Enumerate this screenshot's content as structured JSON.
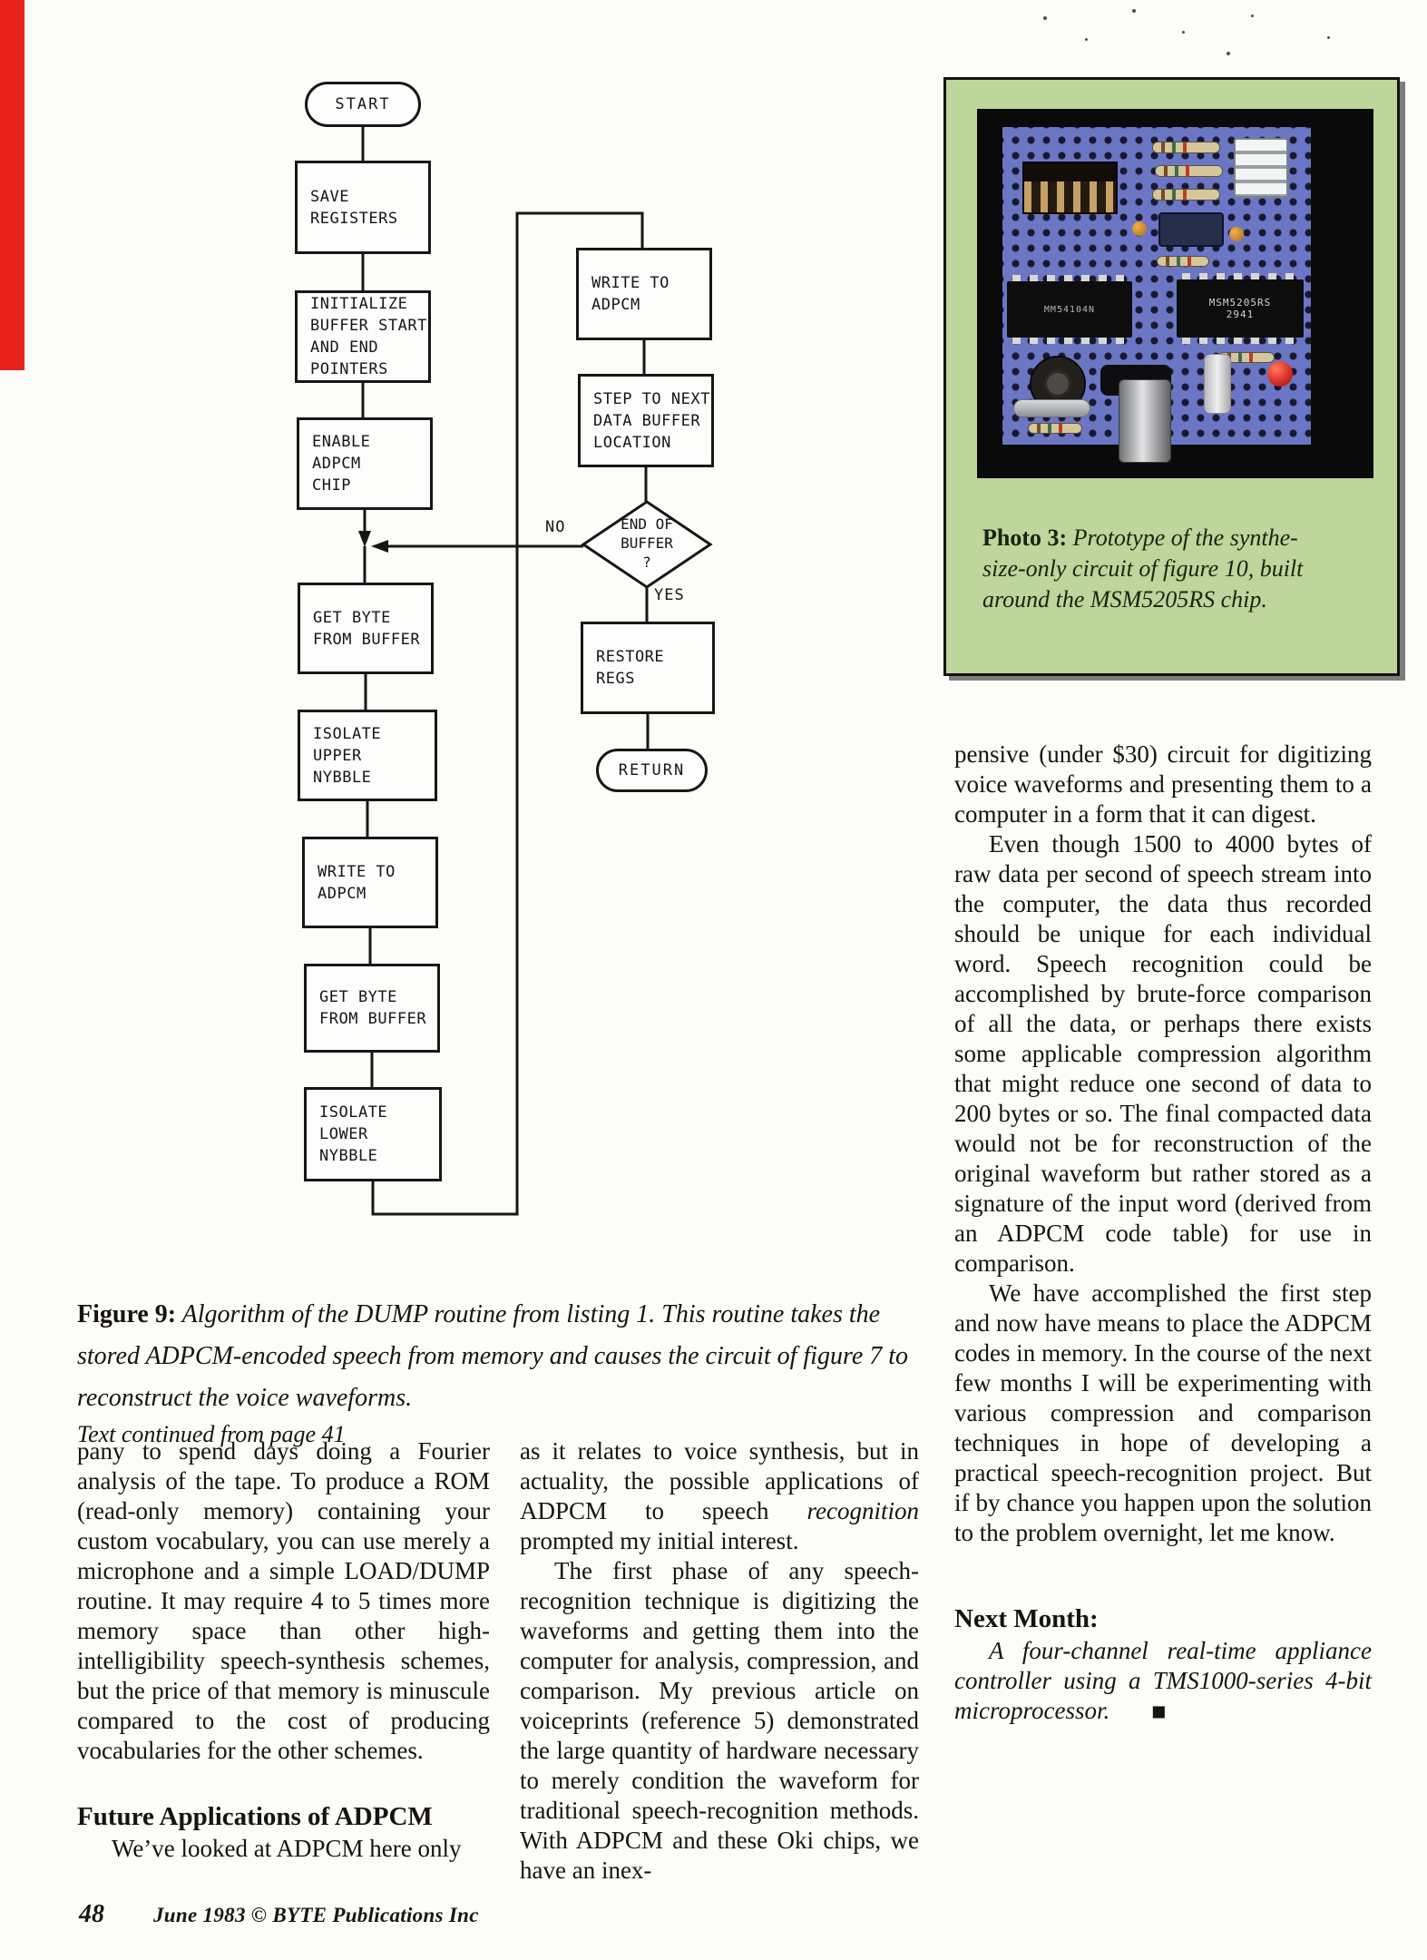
{
  "page": {
    "background_color": "#fcfcf9",
    "red_edge_color": "#e8231c"
  },
  "flowchart": {
    "nodes": {
      "start": "START",
      "save": "SAVE\nREGISTERS",
      "init": "INITIALIZE\nBUFFER START\nAND END\nPOINTERS",
      "enable": "ENABLE\nADPCM\nCHIP",
      "get1": "GET BYTE\nFROM BUFFER",
      "upper": "ISOLATE\nUPPER\nNYBBLE",
      "write_left": "WRITE TO\nADPCM",
      "get2": "GET BYTE\nFROM BUFFER",
      "lower": "ISOLATE\nLOWER\nNYBBLE",
      "write_right": "WRITE TO\nADPCM",
      "step": "STEP TO NEXT\nDATA BUFFER\nLOCATION",
      "decision": "END OF\nBUFFER\n?",
      "restore": "RESTORE\nREGS",
      "return": "RETURN"
    },
    "labels": {
      "no": "NO",
      "yes": "YES"
    }
  },
  "photo": {
    "caption_label": "Photo 3:",
    "caption_text": " Prototype of the synthe-\nsize-only circuit of figure 10, built\naround the MSM5205RS chip.",
    "ic_right_label": "MSM5205RS\n2941",
    "ic_left_label": "MM54104N",
    "frame_color": "#bed59b",
    "board_color": "#6b76c4",
    "led_color": "#d42a1e"
  },
  "figure_caption": {
    "label": "Figure 9:",
    "text": " Algorithm of the DUMP routine from listing 1. This routine takes the stored ADPCM-encoded speech from memory and causes the circuit of figure 7 to reconstruct the voice waveforms."
  },
  "continued_note": "Text continued from page 41",
  "columns": {
    "col1": {
      "para1": "pany to spend days doing a Fourier analysis of the tape. To produce a ROM (read-only memory) containing your custom vocabulary, you can use merely a microphone and a simple LOAD/DUMP routine. It may require 4 to 5 times more memory space than other high-intelligibility speech-synthesis schemes, but the price of that memory is minuscule compared to the cost of producing vocabularies for the other schemes.",
      "heading": "Future Applications of ADPCM",
      "para2": "We’ve looked at ADPCM here only"
    },
    "col2": {
      "para1_a": "as it relates to voice synthesis, but in actuality, the possible applications of ADPCM to speech ",
      "para1_em": "recognition",
      "para1_b": " prompted my initial interest.",
      "para2": "The first phase of any speech-recognition technique is digitizing the waveforms and getting them into the computer for analysis, compression, and comparison. My previous article on voiceprints (reference 5) demonstrated the large quantity of hardware necessary to merely condition the waveform for traditional speech-recognition methods. With ADPCM and these Oki chips, we have an inex-"
    },
    "col3": {
      "para1": "pensive (under $30) circuit for digitizing voice waveforms and presenting them to a computer in a form that it can digest.",
      "para2": "Even though 1500 to 4000 bytes of raw data per second of speech stream into the computer, the data thus recorded should be unique for each individual word. Speech recognition could be accomplished by brute-force comparison of all the data, or perhaps there exists some applicable compression algorithm that might reduce one second of data to 200 bytes or so. The final compacted data would not be for reconstruction of the original waveform but rather stored as a signature of the input word (derived from an ADPCM code table) for use in comparison.",
      "para3": "We have accomplished the first step and now have means to place the ADPCM codes in memory. In the course of the next few months I will be experimenting with various compression and comparison techniques in hope of developing a practical speech-recognition project. But if by chance you happen upon the solution to the problem overnight, let me know.",
      "next_month_heading": "Next Month:",
      "next_month_text": "A four-channel real-time appliance controller using a TMS1000-series 4-bit microprocessor.",
      "end_mark": "■"
    }
  },
  "footer": {
    "page_number": "48",
    "credit": "June 1983 © BYTE Publications Inc"
  }
}
